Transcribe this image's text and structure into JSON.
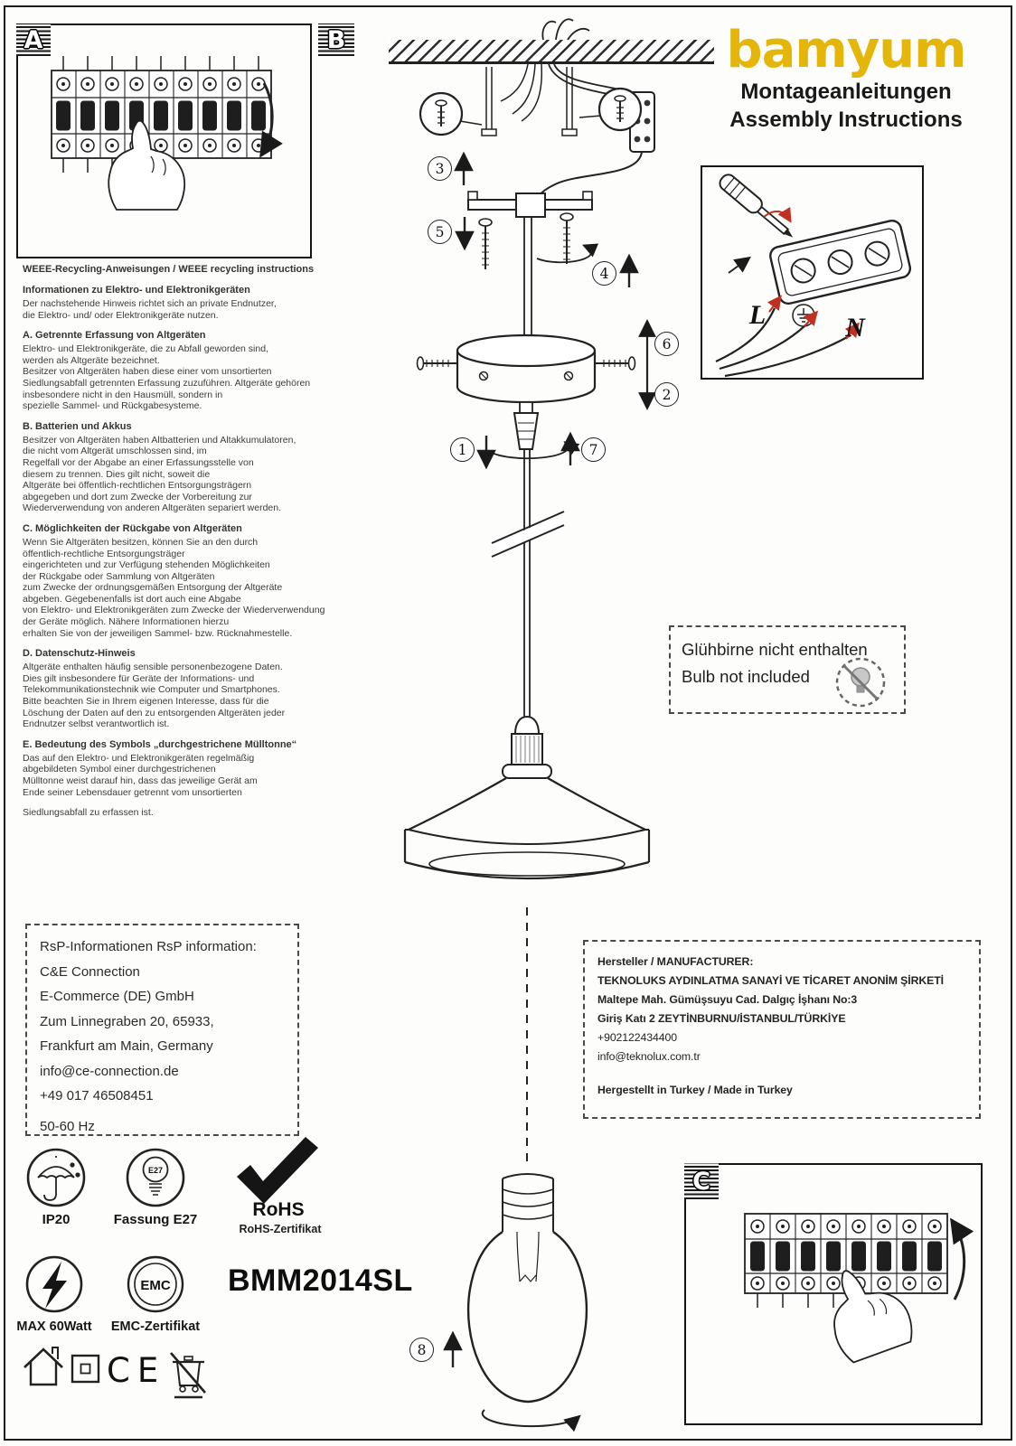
{
  "header": {
    "brand": "bamyum",
    "subtitle_de": "Montageanleitungen",
    "subtitle_en": "Assembly Instructions",
    "brand_color": "#e4b60a"
  },
  "panel_labels": {
    "a": "A",
    "b": "B",
    "c": "C"
  },
  "steps": [
    "1",
    "2",
    "3",
    "4",
    "5",
    "6",
    "7",
    "8"
  ],
  "weee": {
    "heading": "WEEE-Recycling-Anweisungen / WEEE recycling instructions",
    "sections": [
      {
        "title": "Informationen zu Elektro- und Elektronikgeräten",
        "body": "Der nachstehende Hinweis richtet sich an private Endnutzer,\n die Elektro- und/ oder Elektronikgeräte nutzen."
      },
      {
        "title": "A. Getrennte Erfassung von Altgeräten",
        "body": "Elektro- und Elektronikgeräte, die zu Abfall geworden sind,\nwerden als Altgeräte bezeichnet.\nBesitzer von Altgeräten haben diese einer vom unsortierten\nSiedlungsabfall getrennten Erfassung zuzuführen. Altgeräte gehören\ninsbesondere nicht in den Hausmüll, sondern in\nspezielle Sammel- und Rückgabesysteme."
      },
      {
        "title": "B. Batterien und Akkus",
        "body": "Besitzer von Altgeräten haben Altbatterien und Altakkumulatoren,\n die nicht vom Altgerät umschlossen sind, im\nRegelfall vor der Abgabe an einer Erfassungsstelle von\ndiesem zu trennen. Dies gilt nicht, soweit die\nAltgeräte bei öffentlich-rechtlichen Entsorgungsträgern\nabgegeben und dort zum Zwecke der Vorbereitung zur\nWiederverwendung von anderen Altgeräten separiert werden."
      },
      {
        "title": "C. Möglichkeiten der Rückgabe von Altgeräten",
        "body": "Wenn Sie Altgeräten besitzen, können Sie an den durch\nöffentlich-rechtliche Entsorgungsträger\neingerichteten und zur Verfügung stehenden Möglichkeiten\nder Rückgabe oder Sammlung von Altgeräten\n zum Zwecke der ordnungsgemäßen Entsorgung der Altgeräte\nabgeben. Gegebenenfalls ist dort auch eine Abgabe\n von Elektro- und Elektronikgeräten zum Zwecke der Wiederverwendung\nder Geräte möglich. Nähere Informationen hierzu\nerhalten Sie von der jeweiligen Sammel- bzw. Rücknahmestelle."
      },
      {
        "title": "D. Datenschutz-Hinweis",
        "body": "Altgeräte enthalten häufig sensible personenbezogene Daten.\nDies gilt insbesondere für Geräte der Informations- und\nTelekommunikationstechnik wie Computer und Smartphones.\n Bitte beachten Sie in Ihrem eigenen Interesse, dass für die\nLöschung der Daten auf den zu entsorgenden Altgeräten jeder\nEndnutzer selbst verantwortlich ist."
      },
      {
        "title": "E. Bedeutung des Symbols „durchgestrichene Mülltonne“",
        "body": "Das auf den Elektro- und Elektronikgeräten regelmäßig\n abgebildeten Symbol einer durchgestrichenen\nMülltonne weist darauf hin, dass das jeweilige Gerät am\nEnde seiner Lebensdauer getrennt vom unsortierten"
      },
      {
        "title": "",
        "body": "Siedlungsabfall zu erfassen ist."
      }
    ]
  },
  "bulb_note": {
    "line_de": "Glühbirne nicht enthalten",
    "line_en": "Bulb not included"
  },
  "rsp": {
    "lines": [
      "RsP-Informationen RsP information:",
      "C&E Connection",
      "E-Commerce (DE) GmbH",
      "Zum Linnegraben 20, 65933,",
      "Frankfurt am Main, Germany",
      "info@ce-connection.de",
      "+49 017 46508451",
      "50-60 Hz"
    ]
  },
  "manufacturer": {
    "title": "Hersteller / MANUFACTURER:",
    "lines": [
      "TEKNOLUKS AYDINLATMA SANAYİ VE TİCARET ANONİM ŞİRKETİ",
      "Maltepe Mah. Gümüşsuyu Cad. Dalgıç İşhanı No:3",
      "Giriş Katı 2 ZEYTİNBURNU/İSTANBUL/TÜRKİYE",
      "+902122434400",
      "info@teknolux.com.tr"
    ],
    "made_in": "Hergestellt in Turkey / Made in Turkey"
  },
  "certifications": {
    "ip_rating": "IP20",
    "socket_label": "Fassung E27",
    "socket_type": "E27",
    "rohs_title": "RoHS",
    "rohs_sub": "RoHS-Zertifikat",
    "max_watt": "MAX 60Watt",
    "emc": "EMC",
    "emc_sub": "EMC-Zertifikat",
    "ce": "CE",
    "model": "BMM2014SL"
  },
  "terminal_detail": {
    "l": "L",
    "n": "N"
  }
}
